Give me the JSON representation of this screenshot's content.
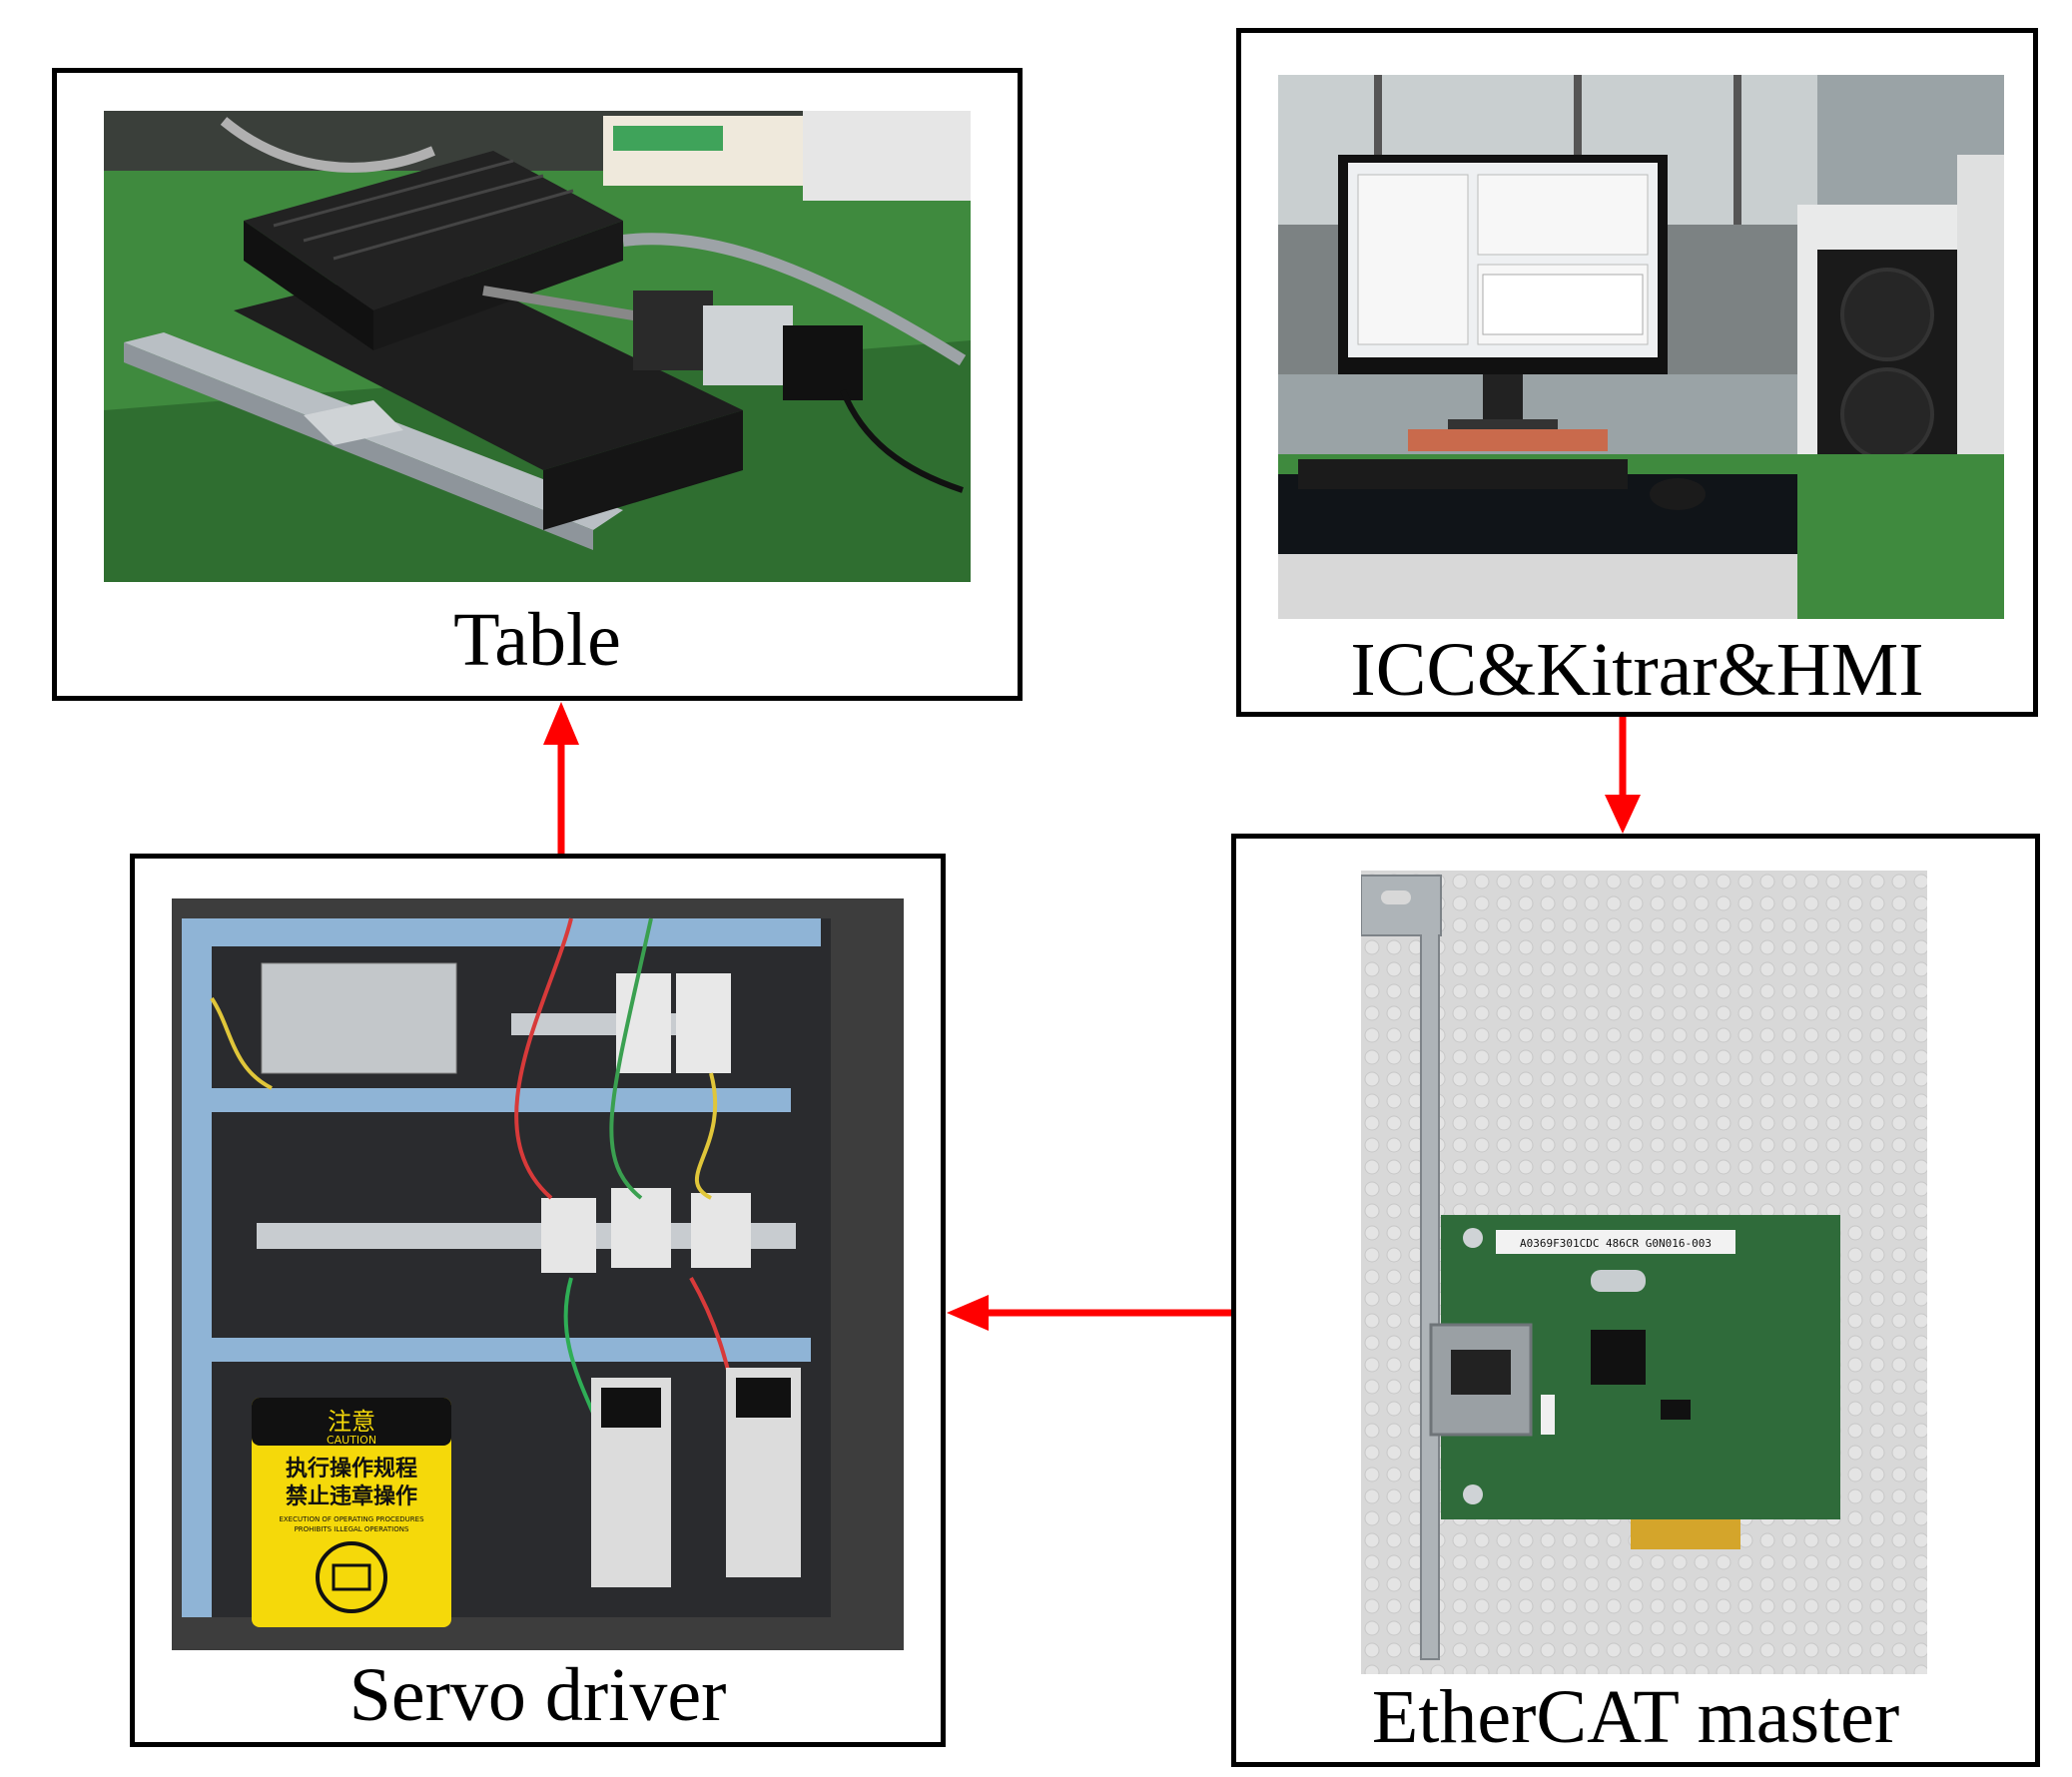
{
  "colors": {
    "arrow": "#ff0000",
    "border": "#000000",
    "workbench": "#3f8a3e",
    "table_metal": "#1e1e1e",
    "rail": "#b9bfc4",
    "panel": "#2a2b2e",
    "duct": "#8fb4d6",
    "caution": "#f5d90a",
    "pcb": "#2f6b3a",
    "foam": "#d8d8d8"
  },
  "nodes": {
    "table": {
      "caption": "Table",
      "photo_icon": "xy-table-photo"
    },
    "icc": {
      "caption": "ICC&Kitrar&HMI",
      "photo_icon": "workstation-photo"
    },
    "servo": {
      "caption": "Servo driver",
      "photo_icon": "control-cabinet-photo"
    },
    "ethercat": {
      "caption": "EtherCAT master",
      "photo_icon": "network-card-photo"
    }
  },
  "photo_labels": {
    "caution_title": "注意",
    "caution_en": "CAUTION",
    "caution_line1": "执行操作规程",
    "caution_line2": "禁止违章操作",
    "caution_small1": "EXECUTION OF OPERATING PROCEDURES",
    "caution_small2": "PROHIBITS ILLEGAL OPERATIONS",
    "card_barcode": "A0369F301CDC 486CR G0N016-003"
  },
  "edges": [
    {
      "from": "icc",
      "to": "ethercat"
    },
    {
      "from": "ethercat",
      "to": "servo"
    },
    {
      "from": "servo",
      "to": "table"
    }
  ]
}
